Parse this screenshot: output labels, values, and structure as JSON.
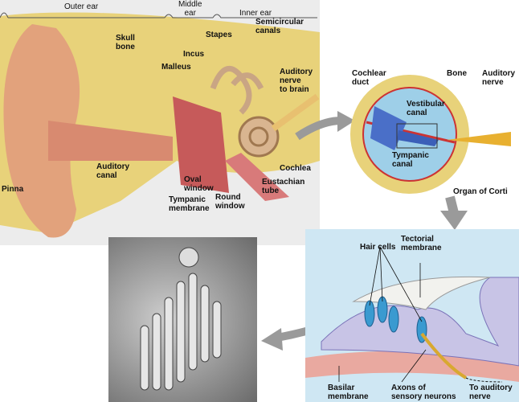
{
  "outer_ear_panel": {
    "regions": {
      "outer": "Outer ear",
      "middle": "Middle\near",
      "inner": "Inner ear"
    },
    "labels": {
      "skull_bone": "Skull\nbone",
      "stapes": "Stapes",
      "semicircular_canals": "Semicircular\ncanals",
      "incus": "Incus",
      "malleus": "Malleus",
      "auditory_nerve_brain": "Auditory nerve\nto brain",
      "pinna": "Pinna",
      "auditory_canal": "Auditory\ncanal",
      "tympanic_membrane": "Tympanic\nmembrane",
      "oval_window": "Oval\nwindow",
      "round_window": "Round\nwindow",
      "eustachian_tube": "Eustachian\ntube",
      "cochlea": "Cochlea"
    }
  },
  "cochlea_panel": {
    "labels": {
      "cochlear_duct": "Cochlear\nduct",
      "bone": "Bone",
      "auditory_nerve": "Auditory\nnerve",
      "vestibular_canal": "Vestibular\ncanal",
      "tympanic_canal": "Tympanic\ncanal",
      "organ_of_corti": "Organ of Corti"
    }
  },
  "corti_panel": {
    "labels": {
      "hair_cells": "Hair cells",
      "tectorial_membrane": "Tectorial\nmembrane",
      "basilar_membrane": "Basilar\nmembrane",
      "axons": "Axons of\nsensory neurons",
      "to_auditory_nerve": "To auditory\nnerve"
    }
  },
  "colors": {
    "panel_gray": "#ececec",
    "panel_blue": "#cfe7f3",
    "bone": "#e8d27a",
    "flesh": "#e2a27c",
    "arrow": "#9a9a9a"
  }
}
